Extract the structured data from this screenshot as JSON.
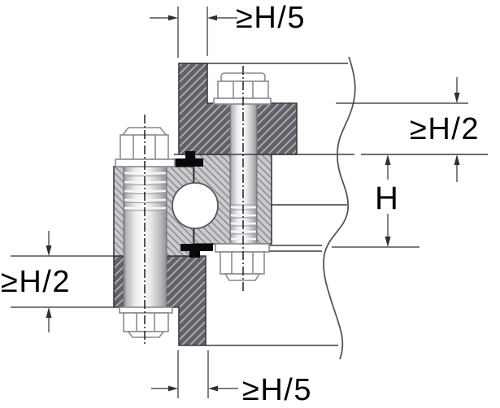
{
  "diagram": {
    "labels": {
      "dim_top_support_width": "≥H/5",
      "dim_bottom_support_width": "≥H/5",
      "dim_right_flange_thickness": "≥H/2",
      "dim_left_flange_thickness": "≥H/2",
      "dim_bearing_height": "H"
    },
    "colors": {
      "background": "#ffffff",
      "outline": "#3a3a40",
      "dark_section_fill": "#616167",
      "dark_section_hatch_line": "#b4b4b8",
      "light_section_fill": "#cacace",
      "light_section_hatch_line": "#7b7b81",
      "seal": "#0a0a0a",
      "ball_outline": "#55555a",
      "dimension_line": "#2f2f34",
      "text": "#000000"
    }
  }
}
